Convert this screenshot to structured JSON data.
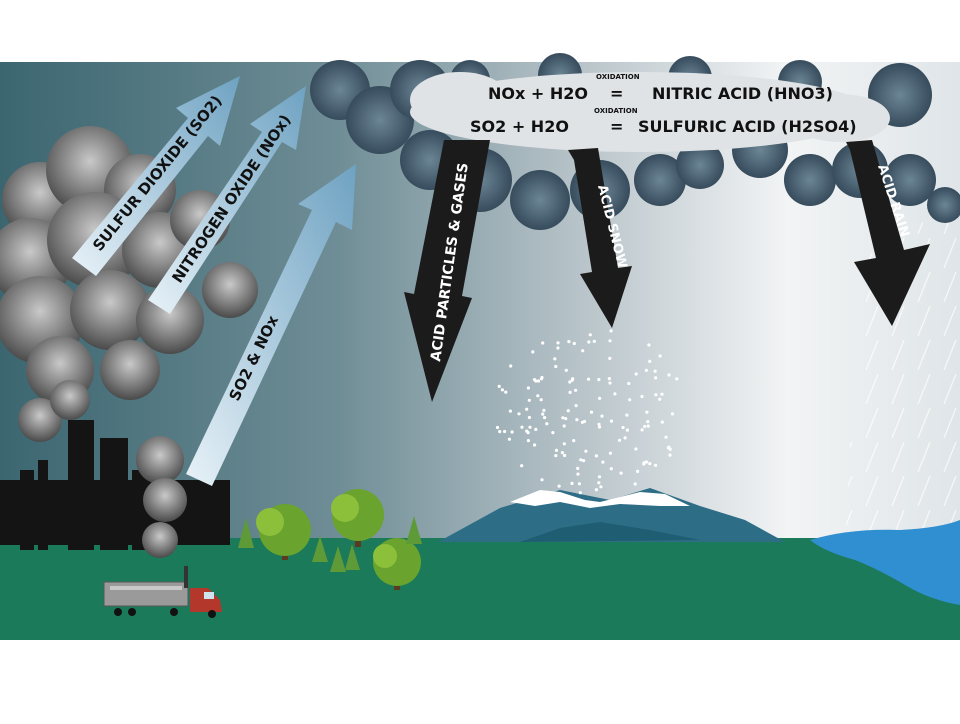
{
  "diagram": {
    "equations": {
      "nitric": {
        "reactants": "NOx + H2O",
        "condition": "OXIDATION",
        "equals": "=",
        "product": "NITRIC ACID (HNO3)"
      },
      "sulfuric": {
        "reactants": "SO2 + H2O",
        "condition": "OXIDATION",
        "equals": "=",
        "product": "SULFURIC ACID (H2SO4)"
      }
    },
    "emission_arrows": {
      "sulfur_dioxide": "SULFUR DIOXIDE (SO2)",
      "nitrogen_oxide": "NITROGEN OXIDE (NOx)",
      "combined": "SO2 & NOx"
    },
    "deposition_arrows": {
      "particles": "ACID PARTICLES & GASES",
      "snow": "ACID SNOW",
      "rain": "ACID RAIN"
    },
    "colors": {
      "sky_dark": "#3f6a73",
      "sky_light": "#f3f5f6",
      "ground": "#1a7a5a",
      "cloud": "#3e5567",
      "cloud_light": "#dfe3e6",
      "arrow_blue": "#7aaac6",
      "arrow_dark": "#1b1b1b",
      "smoke": "#6f6f6f",
      "lake": "#2f8fd0",
      "mountain": "#2d6d86",
      "truck_cab": "#b3372b"
    }
  }
}
